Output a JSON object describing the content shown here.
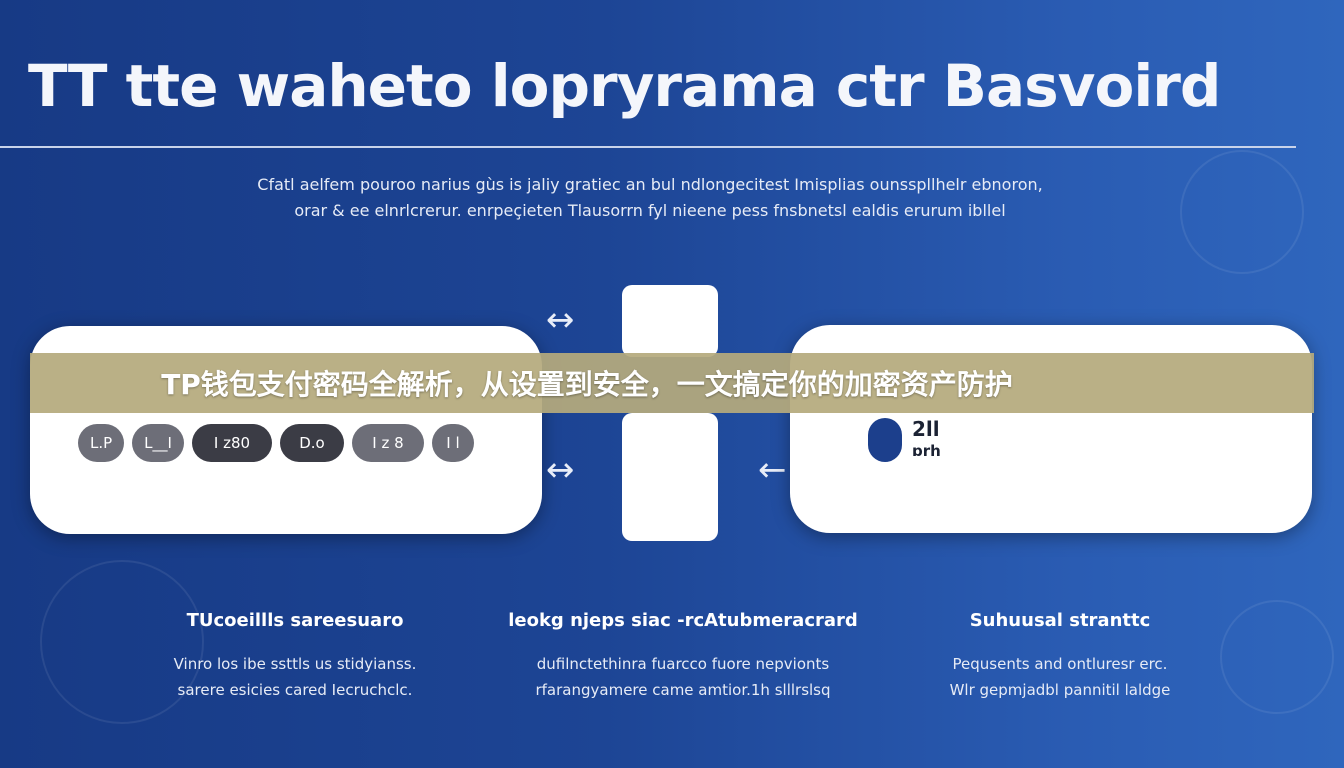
{
  "header": {
    "title": "TT tte waheto lopryrama ctr Basvoird",
    "subtitle_lines": [
      "Cfatl aelfem pouroo narius gùs is jaliy gratiec an bul ndlongecitest Imisplias ounsspllhelr ebnoron,",
      "orar & ee elnrlcrerur. enrpeçieten Tlausorrn fyl nieene pess fnsbnetsl ealdis erurum ibllel"
    ]
  },
  "banner": {
    "text": "TP钱包支付密码全解析，从设置到安全，一文搞定你的加密资产防护",
    "color": "#b5aa7d"
  },
  "left_card": {
    "chips": [
      "L.P",
      "L__I",
      "I z80",
      "D.o",
      "I z 8",
      "I l"
    ]
  },
  "right_card": {
    "text_lines": [
      "2ll",
      "ɒrh"
    ]
  },
  "columns": [
    {
      "heading": "TUcoeillls sareesuaro",
      "lines": [
        "Vinro los ibe ssttls us stidyianss.",
        "sarere esicies cared Iecruchclc."
      ]
    },
    {
      "heading": "leokg njeps siac -rcAtubmeracrard",
      "lines": [
        "dufilnctethinra fuarcco fuore nepvionts",
        "rfarangyamere came amtior.1h slllrslsq"
      ]
    },
    {
      "heading": "Suhuusal stranttc",
      "lines": [
        "Pequsents and ontluresr erc.",
        "Wlr gepmjadbl pannitil laldge"
      ]
    }
  ],
  "colors": {
    "background": "#1d4595",
    "card": "#ffffff"
  }
}
